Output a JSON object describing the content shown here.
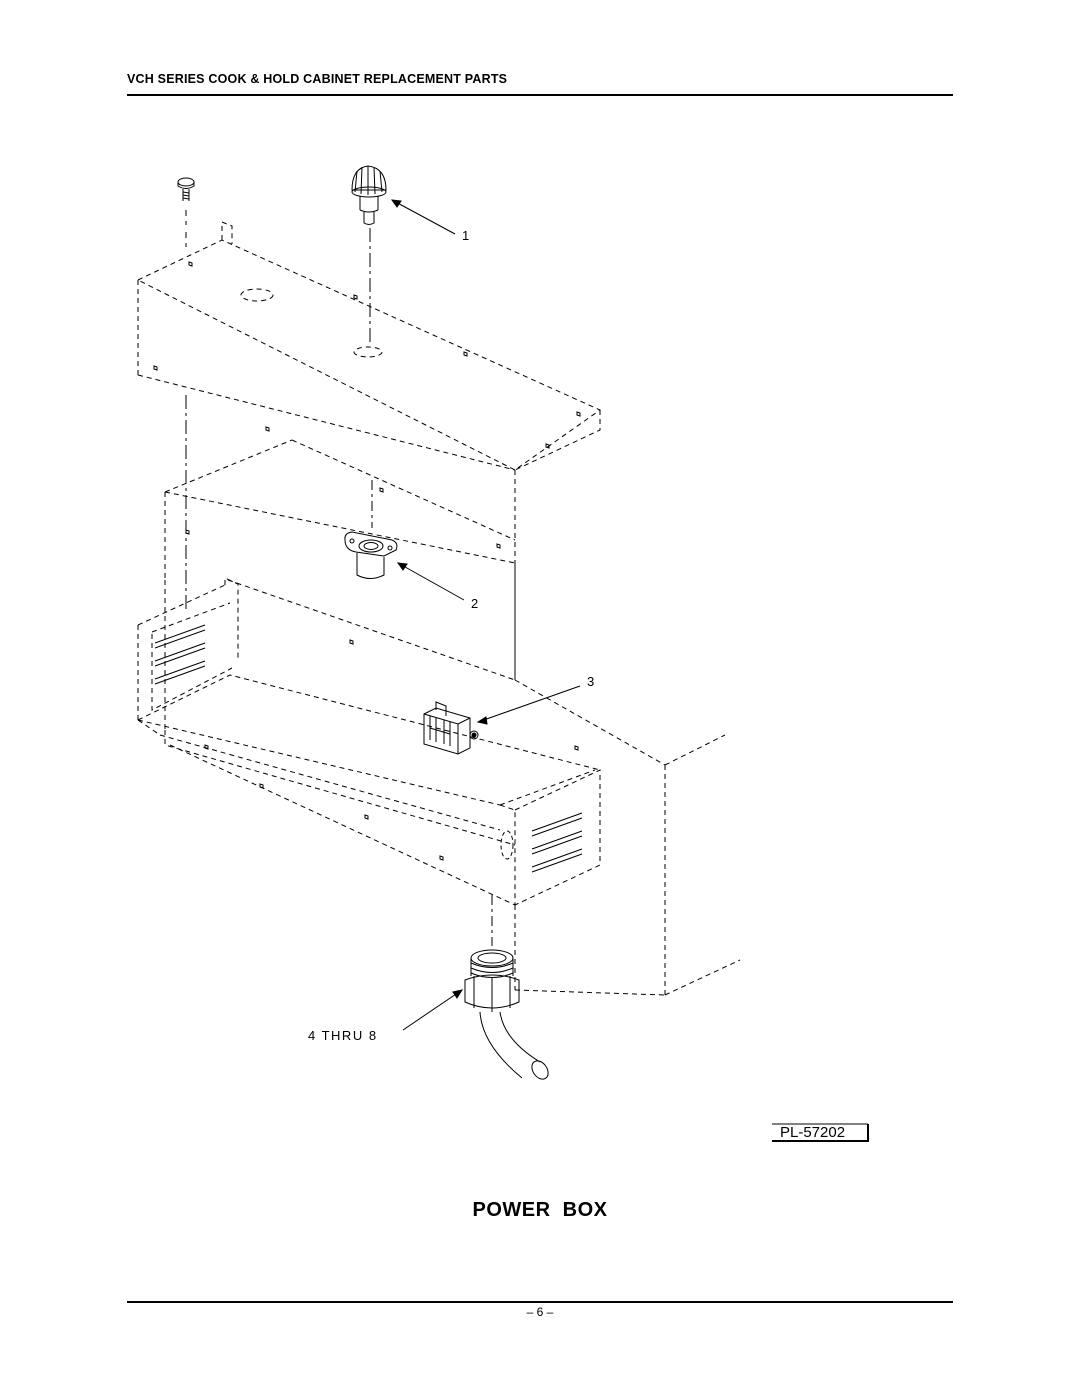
{
  "header": {
    "title": "VCH SERIES COOK & HOLD CABINET REPLACEMENT PARTS"
  },
  "callouts": {
    "item1": "1",
    "item2": "2",
    "item3": "3",
    "item4_8": "4 THRU 8"
  },
  "plate_number": "PL-57202",
  "caption": "POWER  BOX",
  "footer": {
    "page_number": "– 6 –"
  },
  "parts": {
    "p1": "knob-icon",
    "p2": "flanged-bushing-icon",
    "p3": "terminal-block-icon",
    "p4": "cord-fitting-icon",
    "screw": "screw-icon"
  }
}
